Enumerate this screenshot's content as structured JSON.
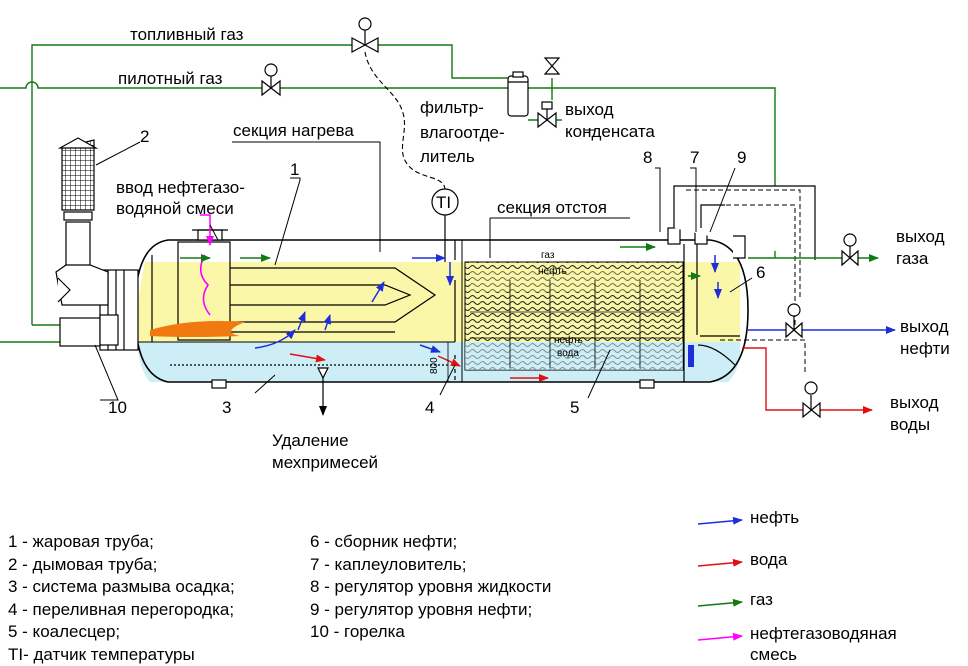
{
  "labels": {
    "fuel_gas": "топливный газ",
    "pilot_gas": "пилотный газ",
    "filter_line1": "фильтр-",
    "filter_line2": "влагоотде-",
    "filter_line3": "литель",
    "condensate_line1": "выход",
    "condensate_line2": "конденсата",
    "heating_section": "секция нагрева",
    "settling_section": "секция отстоя",
    "inlet_line1": "ввод нефтегазо-",
    "inlet_line2": "водяной смеси",
    "ti": "TI",
    "gas_out_line1": "выход",
    "gas_out_line2": "газа",
    "oil_out_line1": "выход",
    "oil_out_line2": "нефти",
    "water_out_line1": "выход",
    "water_out_line2": "воды",
    "sludge_line1": "Удаление",
    "sludge_line2": "мехпримесей",
    "inner_gas": "газ",
    "inner_oil": "нефть",
    "inner_oil2": "нефть",
    "inner_water": "вода",
    "dim_800": "800"
  },
  "callouts": [
    "1",
    "2",
    "3",
    "4",
    "5",
    "6",
    "7",
    "8",
    "9",
    "10"
  ],
  "legend_left": [
    "1 - жаровая труба;",
    "2 - дымовая труба;",
    "3 - система размыва осадка;",
    "4 - переливная перегородка;",
    "5 -  коалесцер;",
    "TI- датчик температуры"
  ],
  "legend_right": [
    "6 - сборник нефти;",
    "7 - каплеуловитель;",
    "8 - регулятор уровня жидкости",
    "9 - регулятор уровня нефти;",
    "10 - горелка"
  ],
  "flow_legend": [
    {
      "label": "нефть",
      "color": "#1f2fd8"
    },
    {
      "label": "вода",
      "color": "#e01010"
    },
    {
      "label": "газ",
      "color": "#127a12"
    },
    {
      "label": "нефтегазоводяная",
      "label2": "смесь",
      "color": "#ff00ff"
    }
  ],
  "colors": {
    "oil_zone": "#fbf7a8",
    "water_zone": "#cdeef6",
    "gas_line": "#127a12",
    "water_line": "#e01010",
    "oil_line": "#1f2fd8",
    "flame": "#f07a10",
    "inlet_flow": "#ff00ff"
  }
}
